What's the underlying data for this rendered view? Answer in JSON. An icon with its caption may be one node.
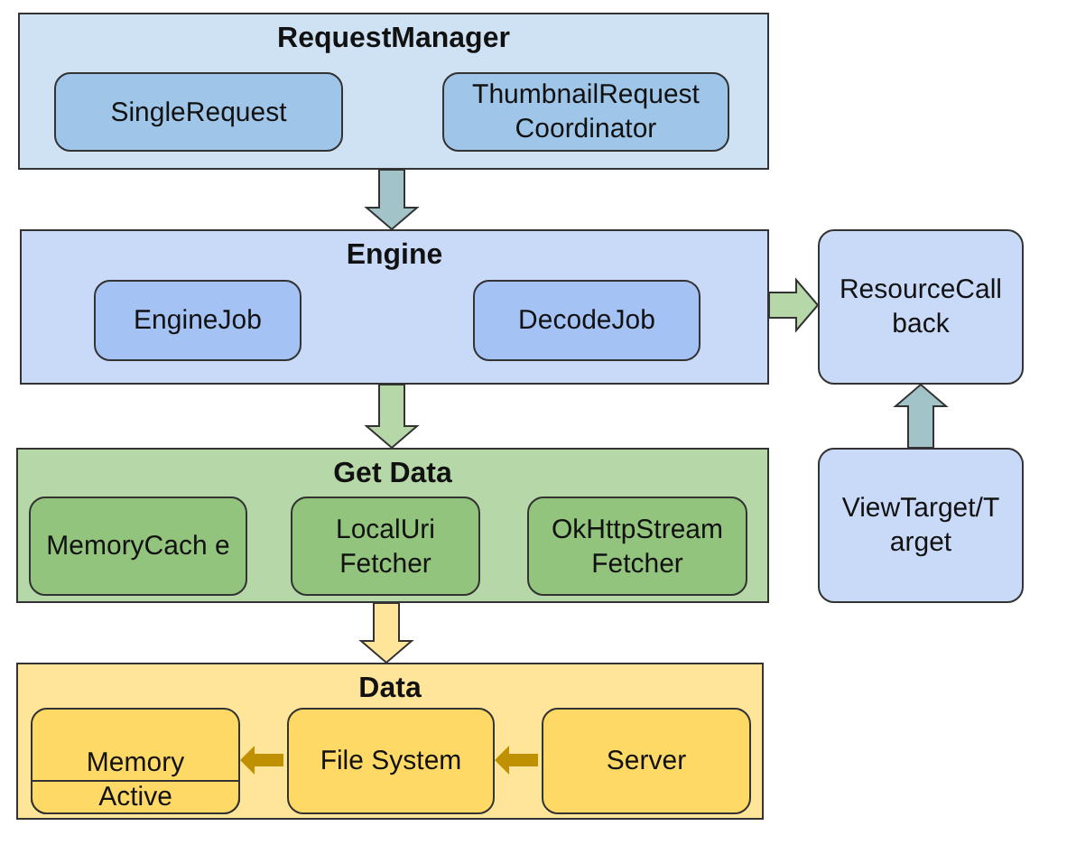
{
  "diagram": {
    "nodes": [
      {
        "text": [
          "RequestManager"
        ]
      },
      {
        "text": [
          "SingleRequest"
        ],
        "in": 0
      },
      {
        "text": [
          "ThumbnailRequest Coordinator"
        ],
        "in": 0
      },
      {
        "text": [
          "Engine"
        ]
      },
      {
        "text": [
          "EngineJob"
        ],
        "in": 3
      },
      {
        "text": [
          "DecodeJob"
        ],
        "in": 3
      },
      {
        "text": [
          "ResourceCall back"
        ]
      },
      {
        "text": [
          "Get Data"
        ]
      },
      {
        "text": [
          "MemoryCach e"
        ],
        "in": 7
      },
      {
        "text": [
          "LocalUri Fetcher"
        ],
        "in": 7
      },
      {
        "text": [
          "OkHttpStream Fetcher"
        ],
        "in": 7
      },
      {
        "text": [
          "ViewTarget/T arget"
        ]
      },
      {
        "text": [
          "Data"
        ]
      },
      {
        "text": [
          "Memory"
        ],
        "in": 12
      },
      {
        "text": [
          "Active"
        ],
        "in": 13
      },
      {
        "text": [
          "File System"
        ],
        "in": 12
      },
      {
        "text": [
          "Server"
        ],
        "in": 12
      }
    ],
    "edges": [
      {
        "from": 0,
        "to": 3,
        "arrow": "to",
        "color": "#a2c4c9"
      },
      {
        "from": 3,
        "to": 7,
        "arrow": "to",
        "color": "#b6d7a8"
      },
      {
        "from": 7,
        "to": 12,
        "arrow": "to",
        "color": "#ffe599"
      },
      {
        "from": 3,
        "to": 6,
        "arrow": "to",
        "color": "#b6d7a8"
      },
      {
        "from": 11,
        "to": 6,
        "arrow": "to",
        "color": "#a2c4c9"
      },
      {
        "from": 15,
        "to": 13,
        "arrow": "to",
        "color": "#bf9000"
      },
      {
        "from": 16,
        "to": 15,
        "arrow": "to",
        "color": "#bf9000"
      }
    ]
  }
}
